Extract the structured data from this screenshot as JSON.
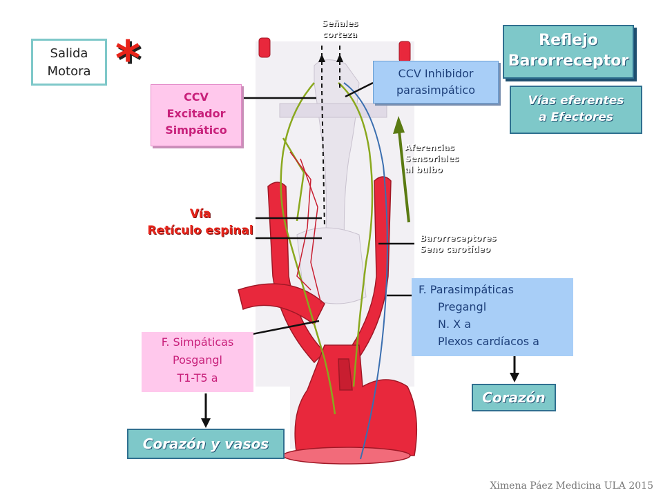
{
  "title_box": {
    "line1": "Reflejo",
    "line2": "Barorreceptor"
  },
  "subtitle_box": {
    "line1": "Vías eferentes",
    "line2": "a Efectores"
  },
  "salida_box": {
    "line1": "Salida",
    "line2": "Motora"
  },
  "asterisk": "*",
  "senales": {
    "line1": "Señales",
    "line2": "corteza"
  },
  "ccv_inhibidor": {
    "line1": "CCV Inhibidor",
    "line2": "parasimpático"
  },
  "ccv_excitador": {
    "line1": "CCV",
    "line2": "Excitador",
    "line3": "Simpático"
  },
  "aferencias": {
    "line1": "Aferencias",
    "line2": "Sensoriales",
    "line3": "al bulbo"
  },
  "via": {
    "line1": "Vía",
    "line2": "Retículo espinal"
  },
  "barorreceptores": {
    "line1": "Barorreceptores",
    "line2": "Seno carotídeo"
  },
  "parasimpaticas": {
    "line1": "F. Parasimpáticas",
    "line2": "Pregangl",
    "line3": "N. X a",
    "line4": "Plexos cardíacos a"
  },
  "simpaticas": {
    "line1": "F. Simpáticas",
    "line2": "Posgangl",
    "line3": "T1-T5 a"
  },
  "corazon": "Corazón",
  "corazon_vasos": "Corazón y vasos",
  "footer": "Ximena Páez Medicina ULA 2015",
  "colors": {
    "teal": "#7ec8c9",
    "pink_box": "#ffc8ec",
    "blue_box": "#a8cef7",
    "artery": "#e8283c",
    "nerve": "#8aa81e"
  }
}
